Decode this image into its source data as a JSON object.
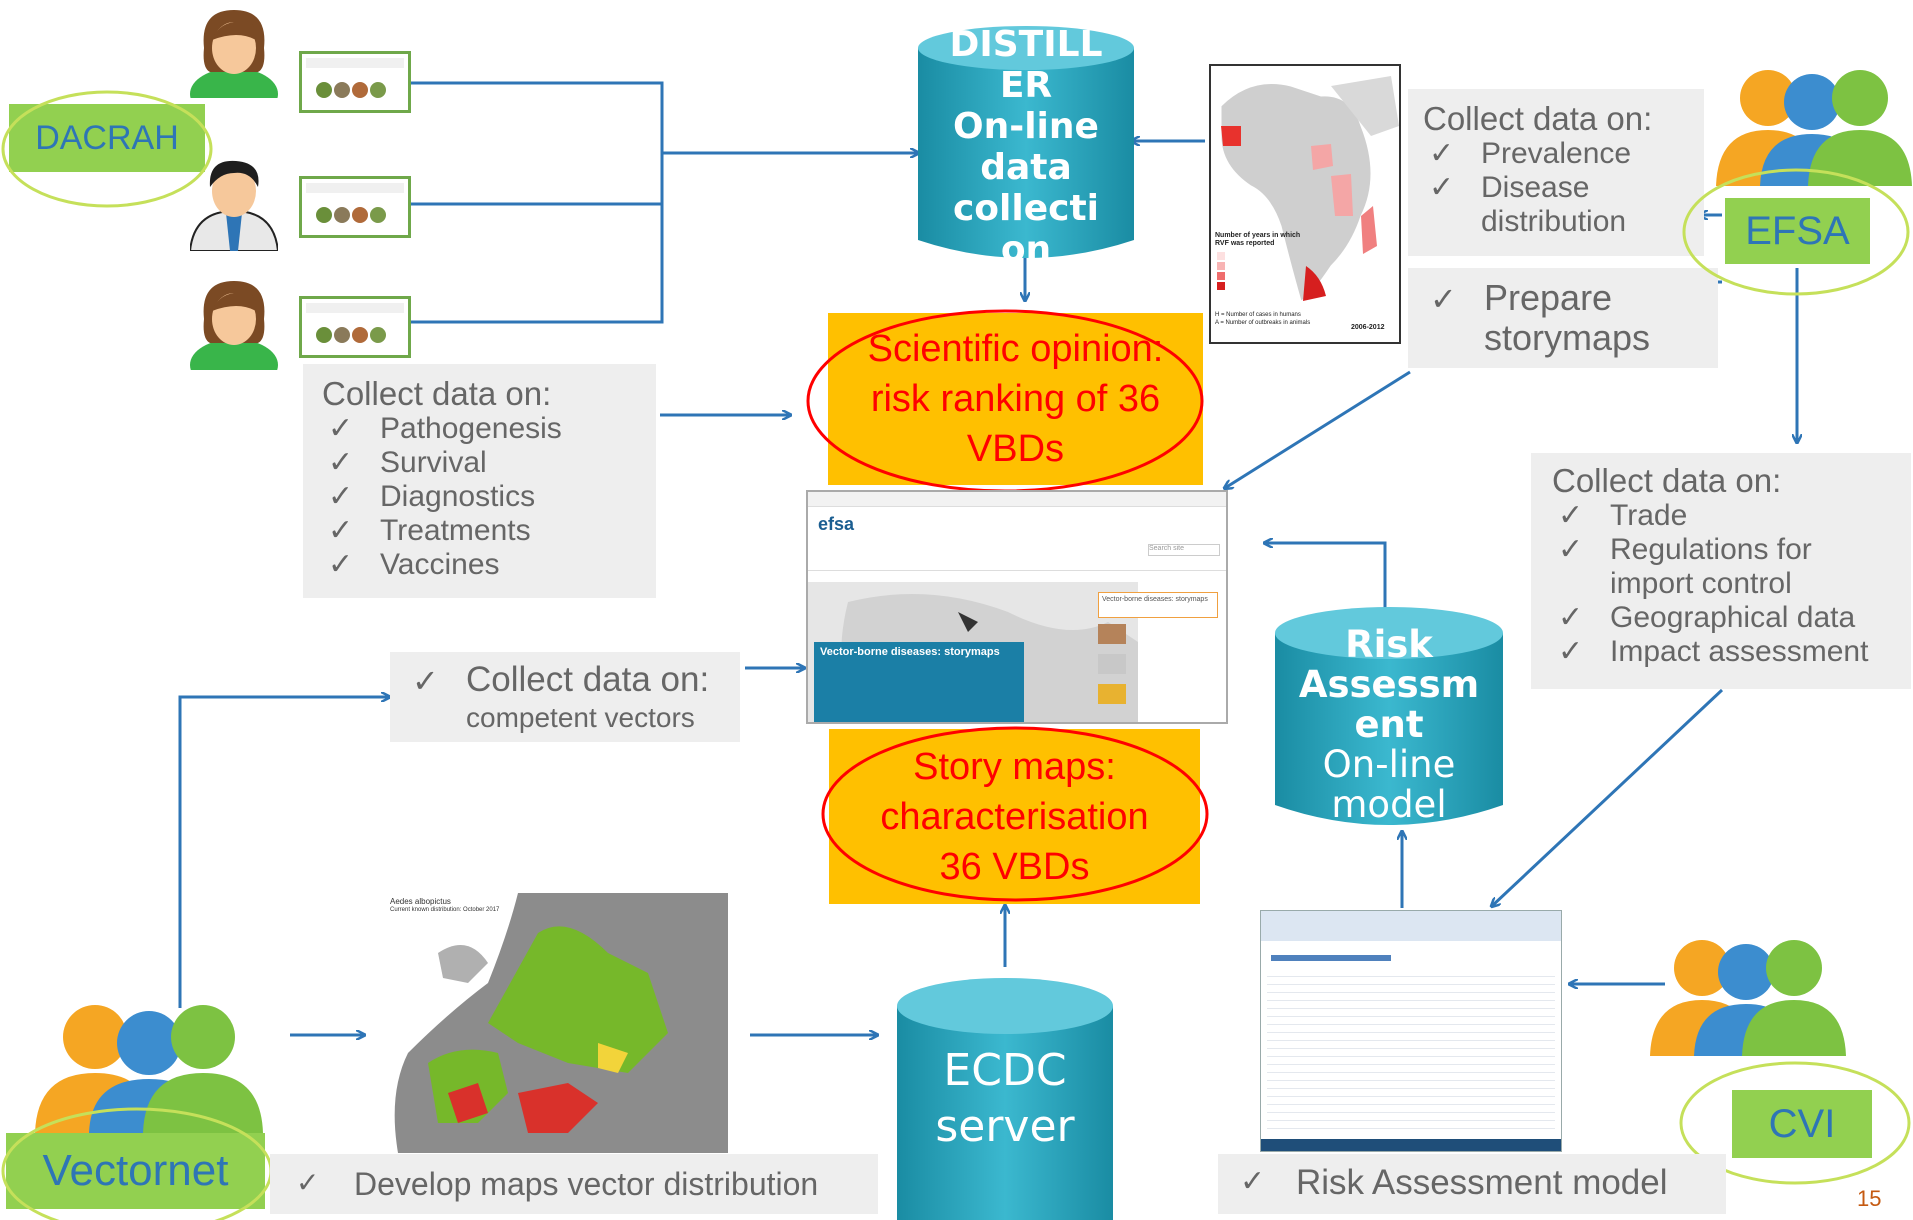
{
  "colors": {
    "arrow": "#2e75b6",
    "green_label": "#92d050",
    "orange": "#ffc000",
    "red": "#ff0000",
    "cylinder": "#2aa9c2",
    "gray_box": "#eeeeee"
  },
  "labels": {
    "dacrah": "DACRAH",
    "efsa": "EFSA",
    "vectornet": "Vectornet",
    "cvi": "CVI"
  },
  "distiller": {
    "line1": "DISTILL",
    "line2": "ER",
    "line3": "On-line",
    "line4": "data",
    "line5": "collecti",
    "line6": "on"
  },
  "risk_db": {
    "line1": "Risk",
    "line2": "Assessm",
    "line3": "ent",
    "line4": "On-line",
    "line5": "model"
  },
  "ecdc": {
    "line1": "ECDC",
    "line2": "server"
  },
  "opinion": {
    "line1": "Scientific opinion:",
    "line2": "risk ranking of 36",
    "line3": "VBDs"
  },
  "storymaps_box": {
    "line1": "Story maps:",
    "line2": "characterisation",
    "line3": "36 VBDs"
  },
  "efsa_collect": {
    "heading": "Collect data on:",
    "items": [
      "Prevalence",
      "Disease",
      "distribution"
    ]
  },
  "prepare": {
    "check": "✓",
    "line1": "Prepare",
    "line2": "storymaps"
  },
  "dacrah_collect": {
    "heading": "Collect data on:",
    "items": [
      "Pathogenesis",
      "Survival",
      "Diagnostics",
      "Treatments",
      "Vaccines"
    ]
  },
  "trade_collect": {
    "heading": "Collect data on:",
    "items": [
      "Trade",
      "Regulations for",
      "import control",
      "Geographical data",
      "Impact assessment"
    ]
  },
  "vectors_collect": {
    "check": "✓",
    "line1": "Collect data on:",
    "line2": "competent vectors"
  },
  "develop_maps": {
    "check": "✓",
    "text": "Develop maps vector distribution"
  },
  "risk_model_caption": {
    "check": "✓",
    "text": "Risk Assessment model"
  },
  "africa_map": {
    "legend_title": "Number of years in which RVF was reported",
    "years": "2006-2012",
    "note1": "H = Number of cases in humans",
    "note2": "A = Number of outbreaks in animals"
  },
  "efsa_page": {
    "logo": "efsa",
    "panel_title": "Vector-borne diseases: storymaps",
    "search": "Search site",
    "side_title": "Vector-borne diseases: storymaps"
  },
  "europe_map": {
    "title": "Aedes albopictus",
    "subtitle": "Current known distribution: October 2017"
  },
  "page_number": "15"
}
